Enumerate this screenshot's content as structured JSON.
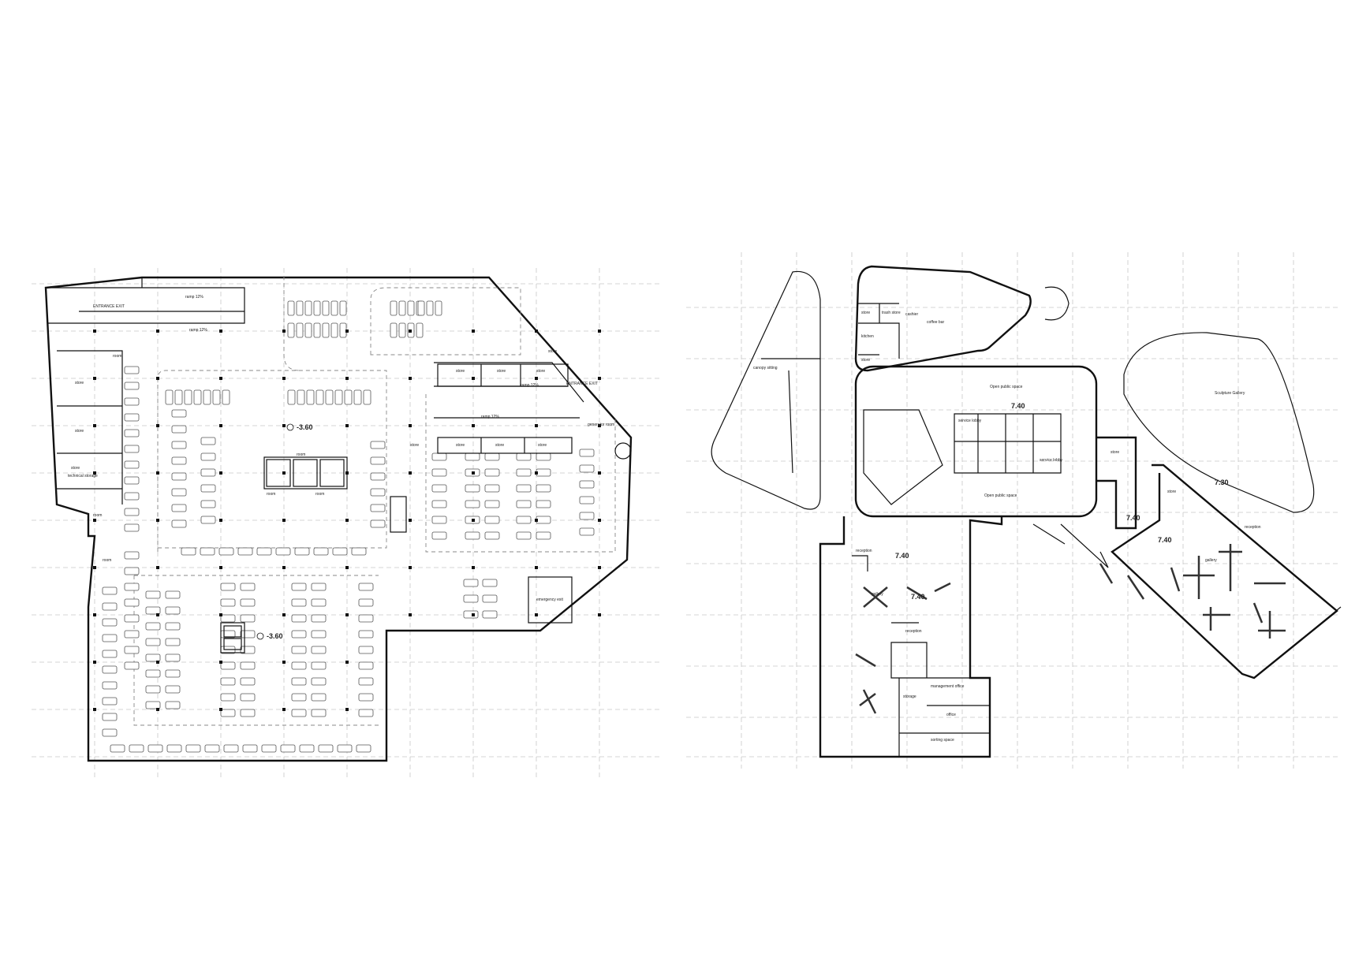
{
  "plans": {
    "basement": {
      "level_marks": [
        "-3.60",
        "-3.60"
      ],
      "labels": [
        "ENTRANCE EXIT",
        "store",
        "room",
        "store",
        "store",
        "technical storage",
        "room",
        "room",
        "ramp 12%",
        "ramp 12%",
        "store",
        "store",
        "store",
        "store",
        "ramp 12%",
        "ENTRANCE EXIT",
        "ramp 12%",
        "generator room",
        "store",
        "store",
        "store",
        "store",
        "emergency exit",
        "room",
        "room",
        "room"
      ]
    },
    "ground": {
      "level_marks": [
        "7.40",
        "7.40",
        "7.40",
        "7.40",
        "7.30",
        "7.40"
      ],
      "labels": [
        "canopy sitting",
        "store",
        "trash store",
        "kitchen",
        "store",
        "coffee bar",
        "cashier",
        "Open public space",
        "service lobby",
        "service lobby",
        "Open public space",
        "Sculpture Gallery",
        "store",
        "store",
        "reception",
        "gallery",
        "reception",
        "gallery",
        "reception",
        "storage",
        "management office",
        "office",
        "sorting space"
      ]
    }
  }
}
